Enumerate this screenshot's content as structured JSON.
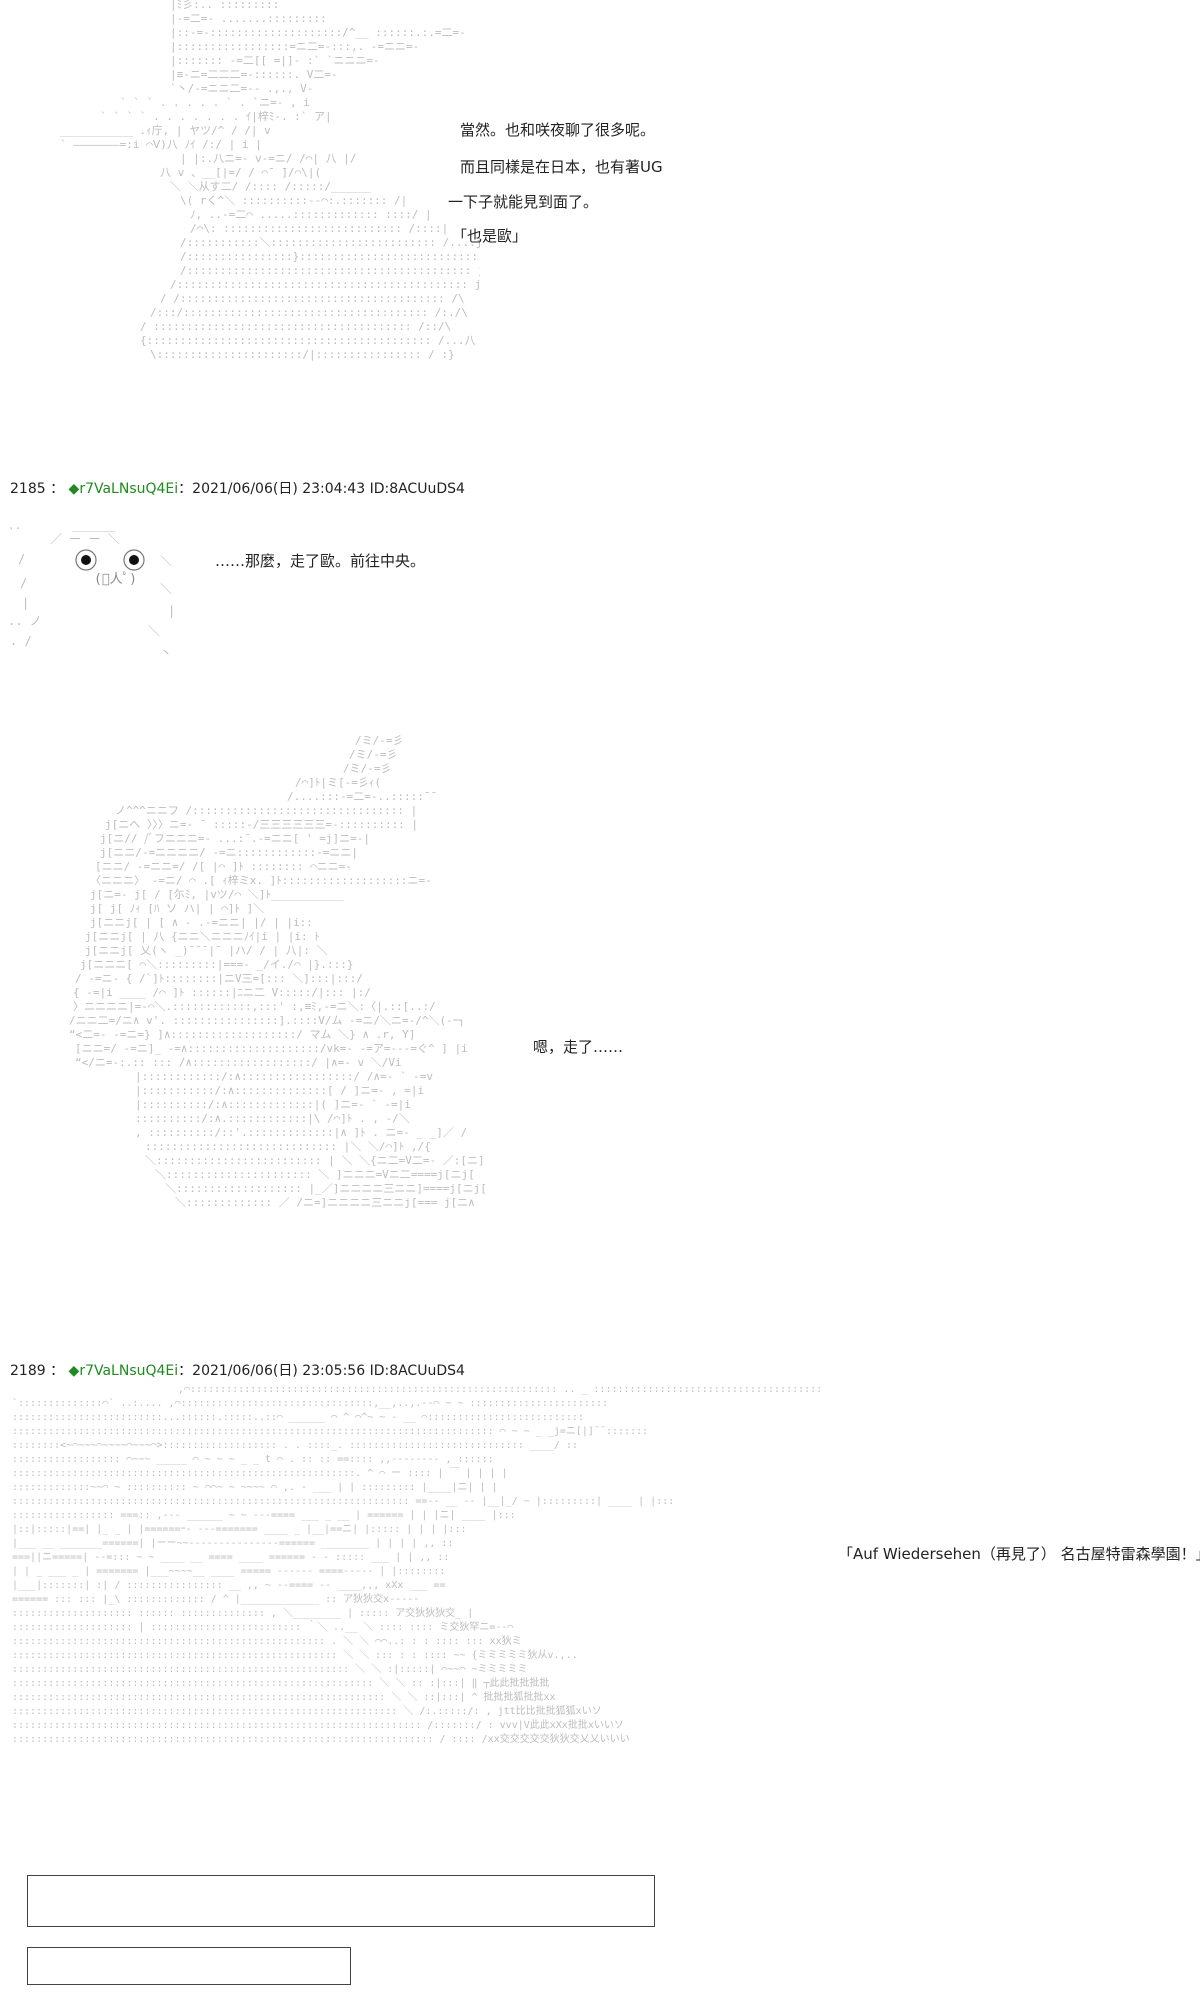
{
  "scene1": {
    "lines": [
      "當然。也和咲夜聊了很多呢。",
      "而且同樣是在日本，也有著UG",
      "一下子就能見到面了。",
      "「也是歐」"
    ]
  },
  "post_2185": {
    "number": "2185",
    "sep": "：",
    "trip_mark": "◆",
    "author": "r7VaLNsuQ4Ei",
    "datetime": "：2021/06/06(日) 23:04:43 ID:8ACUuDS4"
  },
  "scene2": {
    "line": "……那麼，走了歐。前往中央。"
  },
  "scene3": {
    "line": "嗯，走了……"
  },
  "post_2189": {
    "number": "2189",
    "sep": "：",
    "trip_mark": "◆",
    "author": "r7VaLNsuQ4Ei",
    "datetime": "：2021/06/06(日) 23:05:56 ID:8ACUuDS4"
  },
  "scene4": {
    "line": "「Auf Wiedersehen（再見了） 名古屋特雷森學園！」"
  }
}
